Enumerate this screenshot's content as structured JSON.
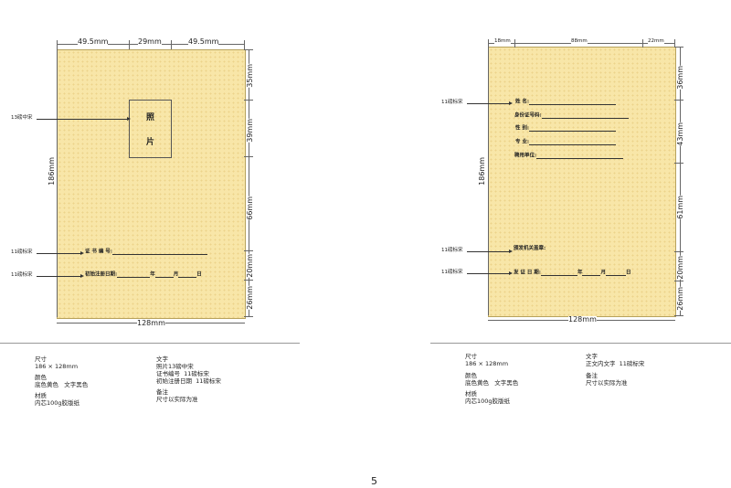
{
  "left": {
    "dims_top": [
      "49.5mm",
      "29mm",
      "49.5mm"
    ],
    "dims_right": [
      "35mm",
      "39mm",
      "66mm",
      "20mm",
      "26mm"
    ],
    "height_label": "186mm",
    "width_label": "128mm",
    "photo_chars": [
      "照",
      "片"
    ],
    "callouts": [
      "13磅中宋",
      "11磅标宋",
      "11磅标宋"
    ],
    "fields": {
      "cert_no": "证  书  编  号:",
      "first_reg_date": "初始注册日期:",
      "year": "年",
      "month": "月",
      "day": "日"
    }
  },
  "right": {
    "dims_top": [
      "18mm",
      "88mm",
      "22mm"
    ],
    "dims_right": [
      "36mm",
      "43mm",
      "61mm",
      "20mm",
      "26mm"
    ],
    "height_label": "186mm",
    "width_label": "128mm",
    "callouts": [
      "11磅标宋",
      "11磅标宋",
      "11磅标宋"
    ],
    "fields": {
      "name": "姓        名:",
      "id_no": "身份证号码:",
      "gender": "性        别:",
      "major": "专        业:",
      "employer": "聘用单位:",
      "issuer_seal": "颁发机关盖章:",
      "issue_date": "发 证 日 期:",
      "year": "年",
      "month": "月",
      "day": "日"
    }
  },
  "spec_left": {
    "size_title": "尺寸",
    "size_value": "186 × 128mm",
    "color_title": "颜色",
    "color_value": "底色黄色   文字黑色",
    "material_title": "材质",
    "material_value": "内芯100g胶版纸",
    "text_title": "文字",
    "text_lines": [
      "照片13磅中宋",
      "证书编号  11磅标宋",
      "初始注册日期  11磅标宋"
    ],
    "note_title": "备注",
    "note_value": "尺寸以实际为准"
  },
  "spec_right": {
    "size_title": "尺寸",
    "size_value": "186 × 128mm",
    "color_title": "颜色",
    "color_value": "底色黄色   文字黑色",
    "material_title": "材质",
    "material_value": "内芯100g胶版纸",
    "text_title": "文字",
    "text_lines": [
      "正文内文字  11磅标宋"
    ],
    "note_title": "备注",
    "note_value": "尺寸以实际为准"
  },
  "page_number": "5",
  "colors": {
    "card_bg": "#f8e6a8",
    "dot": "#ecd38a",
    "rule": "#999999"
  }
}
